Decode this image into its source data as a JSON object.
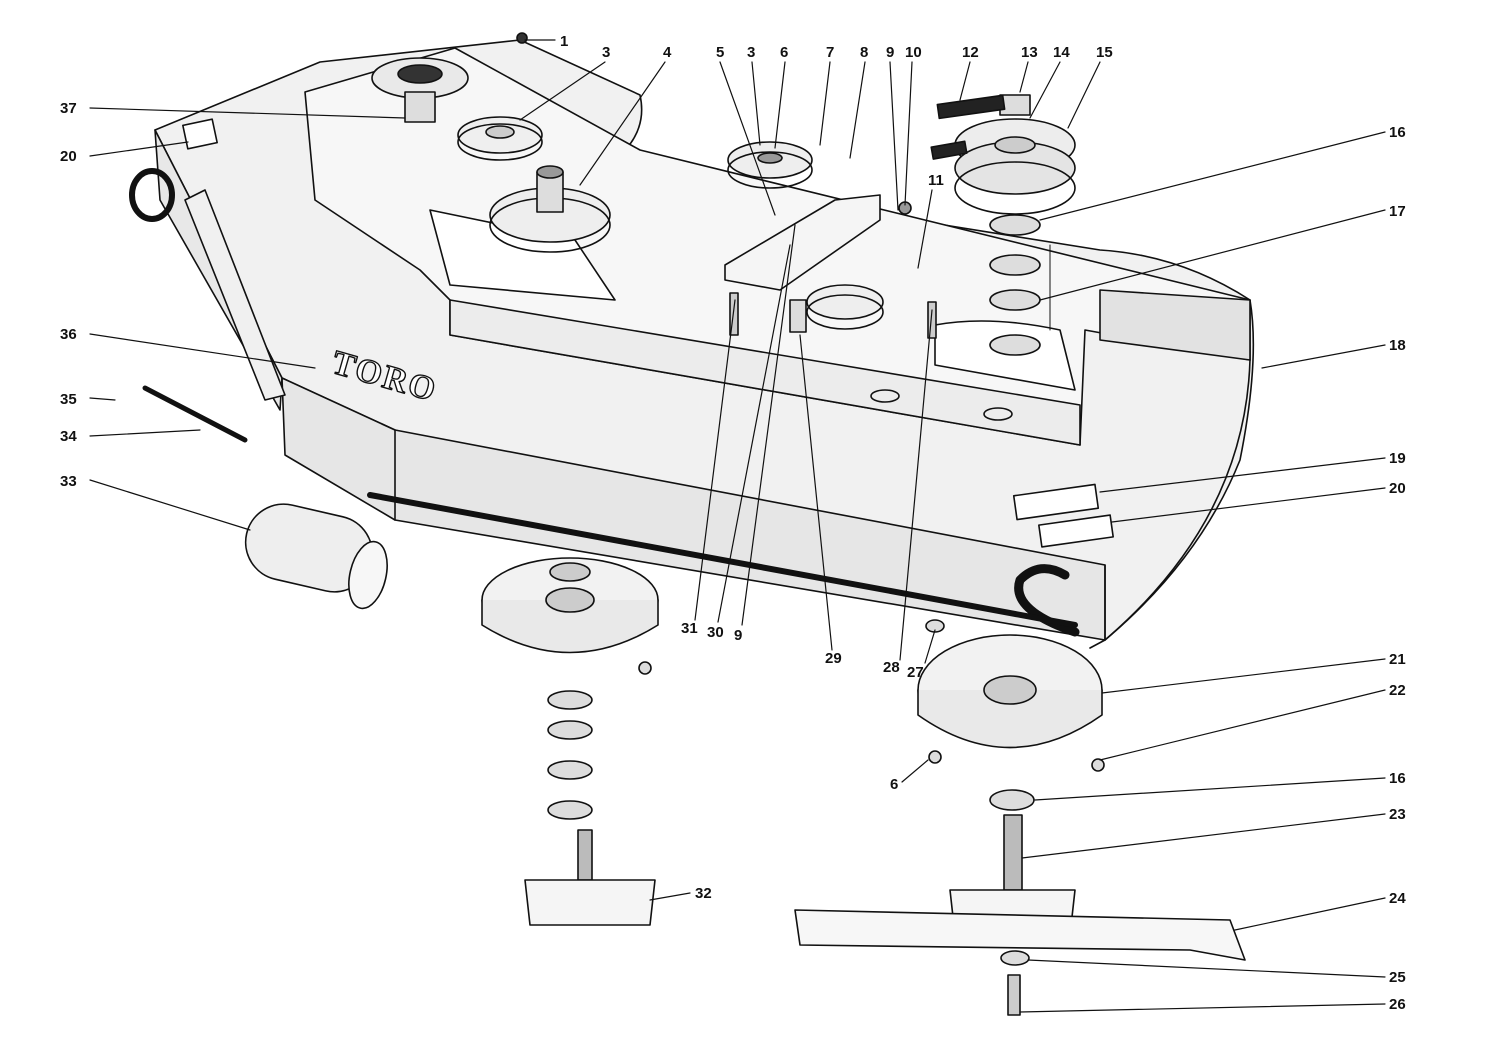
{
  "brand": {
    "logo_text": "TORO"
  },
  "callouts": [
    {
      "id": "c1",
      "label": "1"
    },
    {
      "id": "c3a",
      "label": "3"
    },
    {
      "id": "c4",
      "label": "4"
    },
    {
      "id": "c5",
      "label": "5"
    },
    {
      "id": "c3b",
      "label": "3"
    },
    {
      "id": "c6a",
      "label": "6"
    },
    {
      "id": "c7",
      "label": "7"
    },
    {
      "id": "c8",
      "label": "8"
    },
    {
      "id": "c9a",
      "label": "9"
    },
    {
      "id": "c10",
      "label": "10"
    },
    {
      "id": "c11",
      "label": "11"
    },
    {
      "id": "c12",
      "label": "12"
    },
    {
      "id": "c13",
      "label": "13"
    },
    {
      "id": "c14",
      "label": "14"
    },
    {
      "id": "c15",
      "label": "15"
    },
    {
      "id": "c16a",
      "label": "16"
    },
    {
      "id": "c17",
      "label": "17"
    },
    {
      "id": "c18",
      "label": "18"
    },
    {
      "id": "c19",
      "label": "19"
    },
    {
      "id": "c20b",
      "label": "20"
    },
    {
      "id": "c21",
      "label": "21"
    },
    {
      "id": "c22",
      "label": "22"
    },
    {
      "id": "c16b",
      "label": "16"
    },
    {
      "id": "c23",
      "label": "23"
    },
    {
      "id": "c24",
      "label": "24"
    },
    {
      "id": "c25",
      "label": "25"
    },
    {
      "id": "c26",
      "label": "26"
    },
    {
      "id": "c37",
      "label": "37"
    },
    {
      "id": "c20a",
      "label": "20"
    },
    {
      "id": "c36",
      "label": "36"
    },
    {
      "id": "c35",
      "label": "35"
    },
    {
      "id": "c34",
      "label": "34"
    },
    {
      "id": "c33",
      "label": "33"
    },
    {
      "id": "c31",
      "label": "31"
    },
    {
      "id": "c30",
      "label": "30"
    },
    {
      "id": "c9b",
      "label": "9"
    },
    {
      "id": "c29",
      "label": "29"
    },
    {
      "id": "c28",
      "label": "28"
    },
    {
      "id": "c27",
      "label": "27"
    },
    {
      "id": "c6b",
      "label": "6"
    },
    {
      "id": "c32",
      "label": "32"
    }
  ]
}
